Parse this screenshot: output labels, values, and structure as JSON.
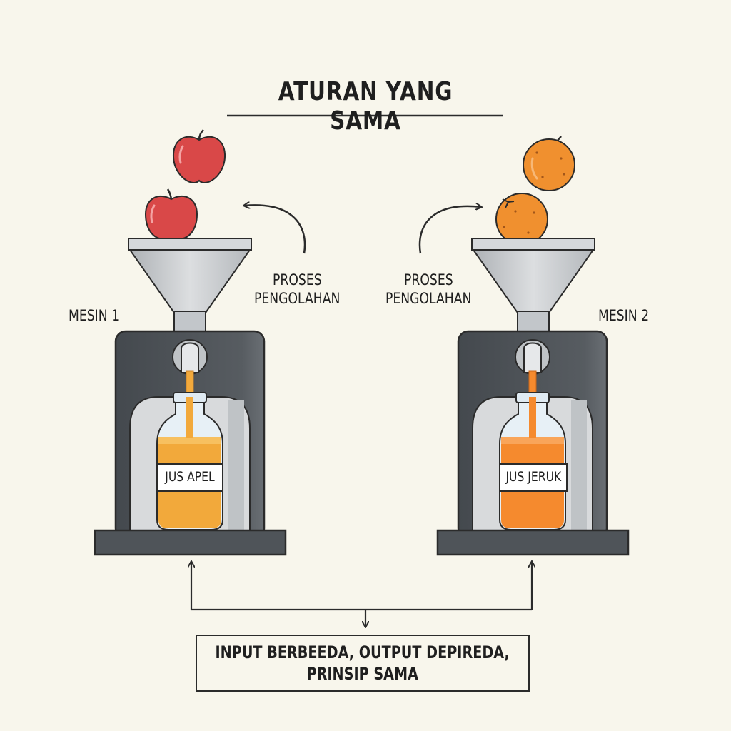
{
  "title": "ATURAN YANG SAMA",
  "machines": [
    {
      "label": "MESIN 1",
      "process_line1": "PROSES",
      "process_line2": "PENGOLAHAN",
      "product": "JUS APEL",
      "fruit": "apple-icon",
      "juice_color": "#f2a93b"
    },
    {
      "label": "MESIN 2",
      "process_line1": "PROSES",
      "process_line2": "PENGOLAHAN",
      "product": "JUS JERUK",
      "fruit": "orange-icon",
      "juice_color": "#f58a2e"
    }
  ],
  "summary": {
    "line1": "INPUT BERBEEDA, OUTPUT DEPIREDA,",
    "line2": "PRINSIP SAMA"
  },
  "colors": {
    "machine_body": "#4f5459",
    "funnel": "#c6c9cc",
    "apple": "#d94848",
    "orange": "#f0902f",
    "background": "#f8f6ec"
  }
}
